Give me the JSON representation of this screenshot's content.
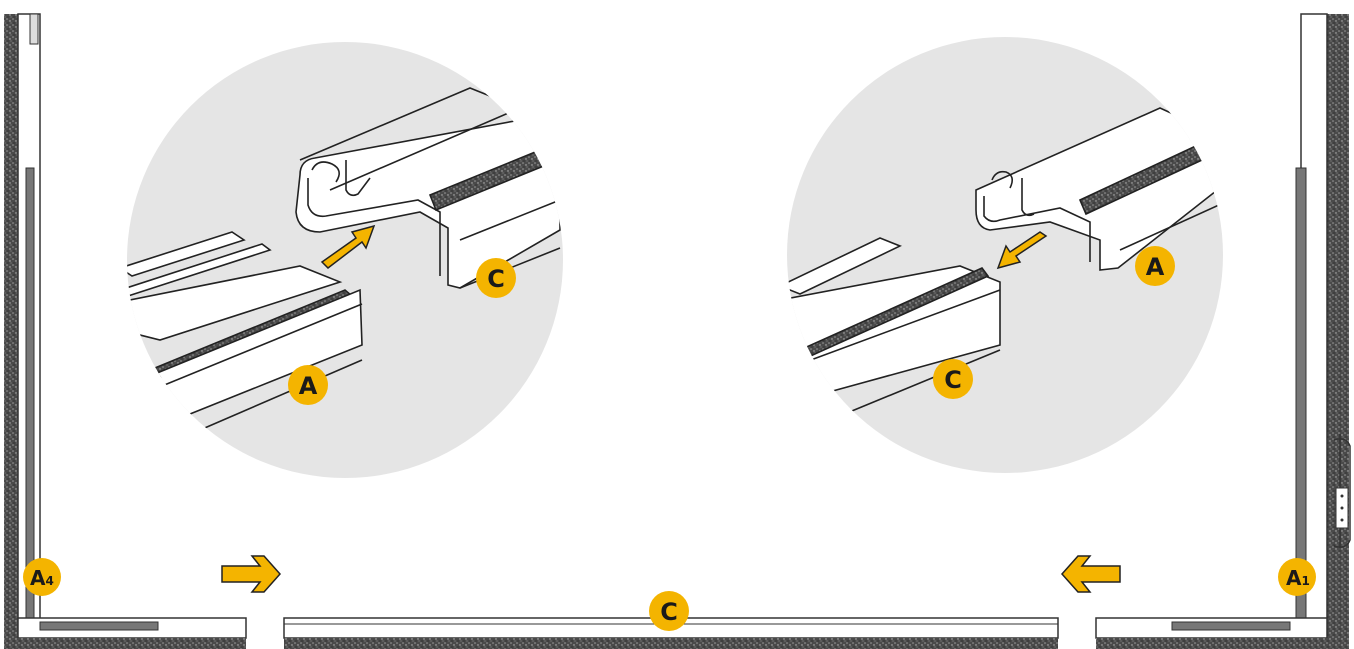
{
  "colors": {
    "badge": "#f4b400",
    "arrow": "#f4b400",
    "circle_bg": "#e5e5e5",
    "seal": "#3a3a3a",
    "line": "#222222"
  },
  "labels": {
    "left_detail_top": "C",
    "left_detail_bottom": "A",
    "right_detail_top": "A",
    "right_detail_bottom": "C",
    "corner_left_main": "A",
    "corner_left_sub": "4",
    "corner_right_main": "A",
    "corner_right_sub": "1",
    "bottom_center": "C"
  },
  "icons": {
    "arrow_left_detail": "arrow-up-right-icon",
    "arrow_right_detail": "arrow-down-left-icon",
    "arrow_bottom_left": "arrow-right-icon",
    "arrow_bottom_right": "arrow-left-icon"
  }
}
